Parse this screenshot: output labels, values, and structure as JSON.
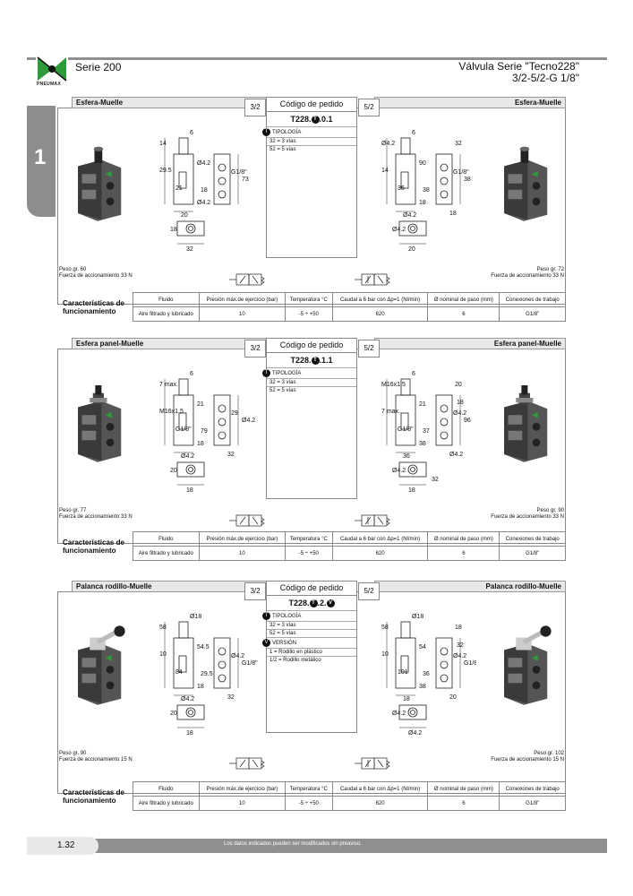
{
  "header": {
    "series": "Serie 200",
    "title_line1": "Válvula Serie \"Tecno228\"",
    "title_line2": "3/2-5/2-G 1/8\"",
    "logo_text": "PNEUMAX"
  },
  "side_tab": "1",
  "sections": [
    {
      "title": "Esfera-Muelle",
      "way_left": "3/2",
      "way_right": "5/2",
      "code_header": "Código de pedido",
      "code_pre": "T228.",
      "code_badge": "T",
      "code_post": ".0.1",
      "code_post2": "",
      "code_badge2": "",
      "options": [
        {
          "badge": "T",
          "label": "TIPOLOGÍA"
        },
        {
          "badge": "",
          "label": "32 = 3 vías"
        },
        {
          "badge": "",
          "label": "52 = 5 vías"
        }
      ],
      "left_weight": "Peso gr. 60",
      "left_force": "Fuerza de accionamiento 33 N",
      "right_weight": "Peso gr. 72",
      "right_force": "Fuerza de accionamiento 33 N",
      "dims_left": [
        "14",
        "6",
        "29.5",
        "Ø4.2",
        "G1/8\"",
        "73",
        "21",
        "18",
        "Ø4.2",
        "20",
        "18",
        "32"
      ],
      "dims_right": [
        "Ø4.2",
        "6",
        "14",
        "90",
        "G1/8\"",
        "38",
        "36",
        "38",
        "18",
        "Ø4.2",
        "Ø4.2",
        "20",
        "18",
        "32"
      ]
    },
    {
      "title": "Esfera panel-Muelle",
      "way_left": "3/2",
      "way_right": "5/2",
      "code_header": "Código de pedido",
      "code_pre": "T228.",
      "code_badge": "T",
      "code_post": ".1.1",
      "code_post2": "",
      "code_badge2": "",
      "options": [
        {
          "badge": "T",
          "label": "TIPOLOGÍA"
        },
        {
          "badge": "",
          "label": "32 = 3 vías"
        },
        {
          "badge": "",
          "label": "52 = 5 vías"
        }
      ],
      "left_weight": "Peso gr. 77",
      "left_force": "Fuerza de accionamiento 33 N",
      "right_weight": "Peso gr. 90",
      "right_force": "Fuerza de accionamiento 33 N",
      "dims_left": [
        "7 max.",
        "6",
        "M16x1.5",
        "21",
        "29",
        "Ø4.2",
        "G1/8\"",
        "79",
        "18",
        "Ø4.2",
        "20",
        "18",
        "32"
      ],
      "dims_right": [
        "M16x1.5",
        "6",
        "7 max.",
        "21",
        "Ø4.2",
        "96",
        "G1/8\"",
        "37",
        "38",
        "36",
        "Ø4.2",
        "18",
        "Ø4.2",
        "20",
        "18",
        "32"
      ]
    },
    {
      "title": "Palanca rodillo-Muelle",
      "way_left": "3/2",
      "way_right": "5/2",
      "code_header": "Código de pedido",
      "code_pre": "T228.",
      "code_badge": "T",
      "code_post": ".2.",
      "code_badge2": "V",
      "code_post2": "",
      "options": [
        {
          "badge": "T",
          "label": "TIPOLOGÍA"
        },
        {
          "badge": "",
          "label": "32 = 3 vías"
        },
        {
          "badge": "",
          "label": "52 = 5 vías"
        },
        {
          "badge": "V",
          "label": "VERSIÓN"
        },
        {
          "badge": "",
          "label": "1 = Rodillo en plástico"
        },
        {
          "badge": "",
          "label": "1/2 = Rodillo metálico"
        }
      ],
      "left_weight": "Peso gr. 90",
      "left_force": "Fuerza de accionamiento 15 N",
      "right_weight": "Peso gr. 102",
      "right_force": "Fuerza de accionamiento 15 N",
      "dims_left": [
        "58",
        "Ø18",
        "10",
        "54.5",
        "Ø4.2",
        "G1/8\"",
        "84",
        "29.5",
        "18",
        "Ø4.2",
        "20",
        "18",
        "32"
      ],
      "dims_right": [
        "58",
        "Ø18",
        "10",
        "54",
        "Ø4.2",
        "G1/8\"",
        "101",
        "36",
        "38",
        "18",
        "Ø4.2",
        "Ø4.2",
        "20",
        "18",
        "32"
      ]
    }
  ],
  "spec_table": {
    "title": "Características de funcionamiento",
    "headers": [
      "Fluido",
      "Presión máx.de ejercicio (bar)",
      "Temperatura °C",
      "Caudal a 6 bar con Δp=1 (Nl/min)",
      "Ø nominal de paso (mm)",
      "Conexiones de trabajo"
    ],
    "values": [
      "Aire filtrado y lubricado",
      "10",
      "-5 ÷ +50",
      "620",
      "6",
      "G1/8\""
    ]
  },
  "footer": {
    "page": "1.32",
    "note": "Los datos indicados pueden ser modificados sin preaviso."
  }
}
